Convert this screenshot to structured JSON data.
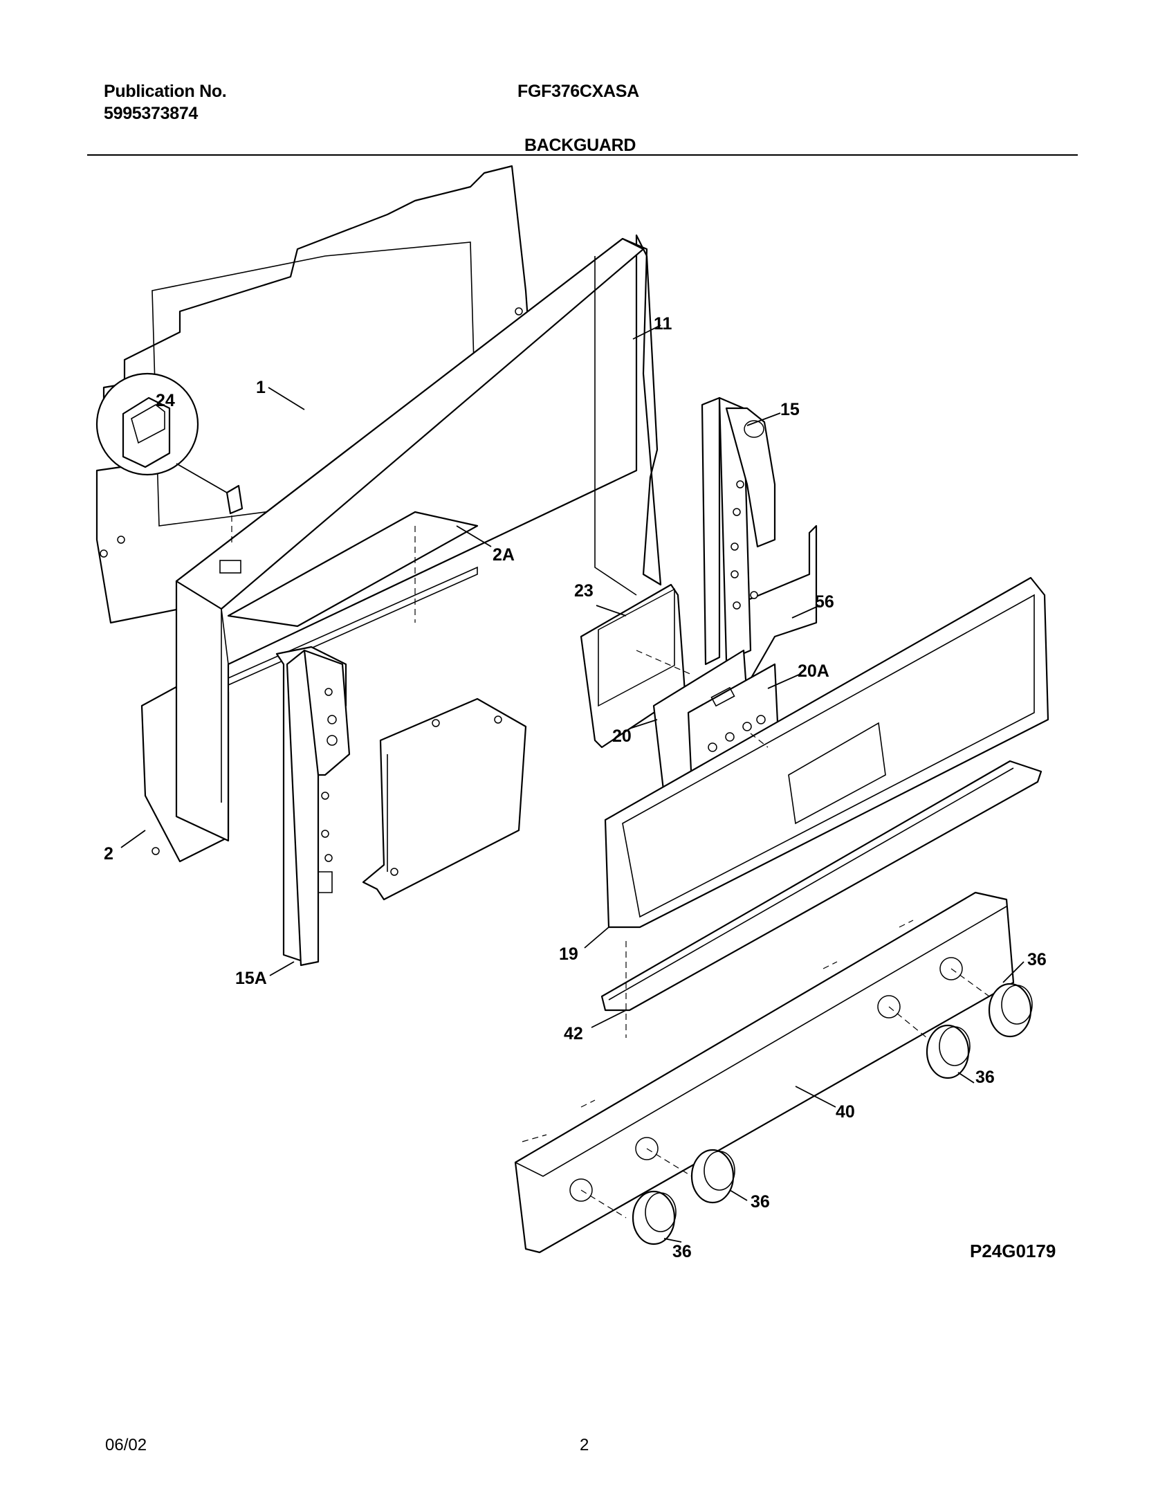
{
  "header": {
    "publication_label": "Publication No.",
    "publication_number": "5995373874",
    "model": "FGF376CXASA",
    "section_title": "BACKGUARD"
  },
  "diagram": {
    "reference_code": "P24G0179",
    "callouts": {
      "c1": "1",
      "c2": "2",
      "c2A": "2A",
      "c11": "11",
      "c15": "15",
      "c15A": "15A",
      "c19": "19",
      "c20": "20",
      "c20A": "20A",
      "c23": "23",
      "c24": "24",
      "c36a": "36",
      "c36b": "36",
      "c36c": "36",
      "c36d": "36",
      "c40": "40",
      "c42": "42",
      "c56": "56"
    }
  },
  "footer": {
    "date": "06/02",
    "page_number": "2"
  }
}
